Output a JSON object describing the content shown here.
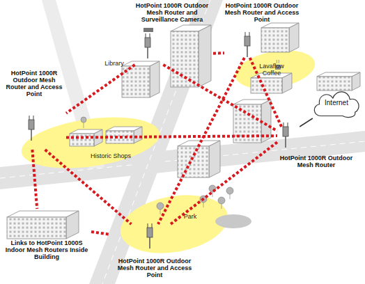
{
  "diagram": {
    "nodes": [
      {
        "text": [
          "HotPoint 1000R Outdoor Mesh Router and Surveillance Camera"
        ]
      },
      {
        "text": [
          "HotPoint 1000R Outdoor Mesh Router and Access Point"
        ]
      },
      {
        "text": [
          "HotPoint 1000R Outdoor Mesh Router and Access Point"
        ]
      },
      {
        "text": [
          "Internet"
        ]
      },
      {
        "text": [
          "HotPoint 1000R Outdoor Mesh Router"
        ]
      },
      {
        "text": [
          "Links to HotPoint 1000S Indoor Mesh Routers Inside Building"
        ]
      },
      {
        "text": [
          "HotPoint 1000R Outdoor Mesh Router and Access Point"
        ]
      }
    ],
    "edges": [
      {
        "from": 0,
        "to": 1,
        "arrow": "none"
      },
      {
        "from": 0,
        "to": 2,
        "arrow": "none"
      },
      {
        "from": 0,
        "to": 4,
        "arrow": "none"
      },
      {
        "from": 1,
        "to": 4,
        "arrow": "none"
      },
      {
        "from": 1,
        "to": 6,
        "arrow": "none"
      },
      {
        "from": 2,
        "to": 4,
        "arrow": "none"
      },
      {
        "from": 2,
        "to": 5,
        "arrow": "none"
      },
      {
        "from": 2,
        "to": 6,
        "arrow": "none"
      },
      {
        "from": 4,
        "to": 6,
        "arrow": "none"
      },
      {
        "from": 5,
        "to": 6,
        "arrow": "none"
      },
      {
        "from": 4,
        "to": 3,
        "arrow": "none"
      }
    ],
    "labels": [
      "Library",
      "Lavaflow Coffee",
      "Historic Shops",
      "Park"
    ]
  }
}
